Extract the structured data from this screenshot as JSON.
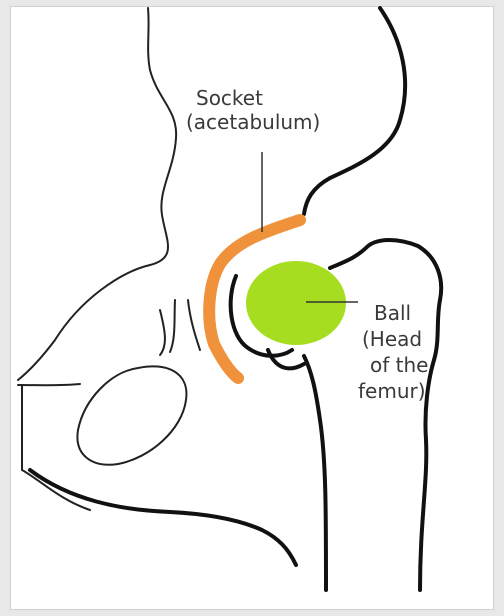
{
  "labels": {
    "socket_line1": "Socket",
    "socket_line2": "(acetabulum)",
    "ball_line1": "Ball",
    "ball_line2": "(Head",
    "ball_line3": "of the",
    "ball_line4": "femur)"
  },
  "colors": {
    "background_outer": "#e8e8e8",
    "panel": "#ffffff",
    "outline": "#111111",
    "socket": "#f0923c",
    "ball": "#a6dd20",
    "text": "#3a3a3a"
  }
}
